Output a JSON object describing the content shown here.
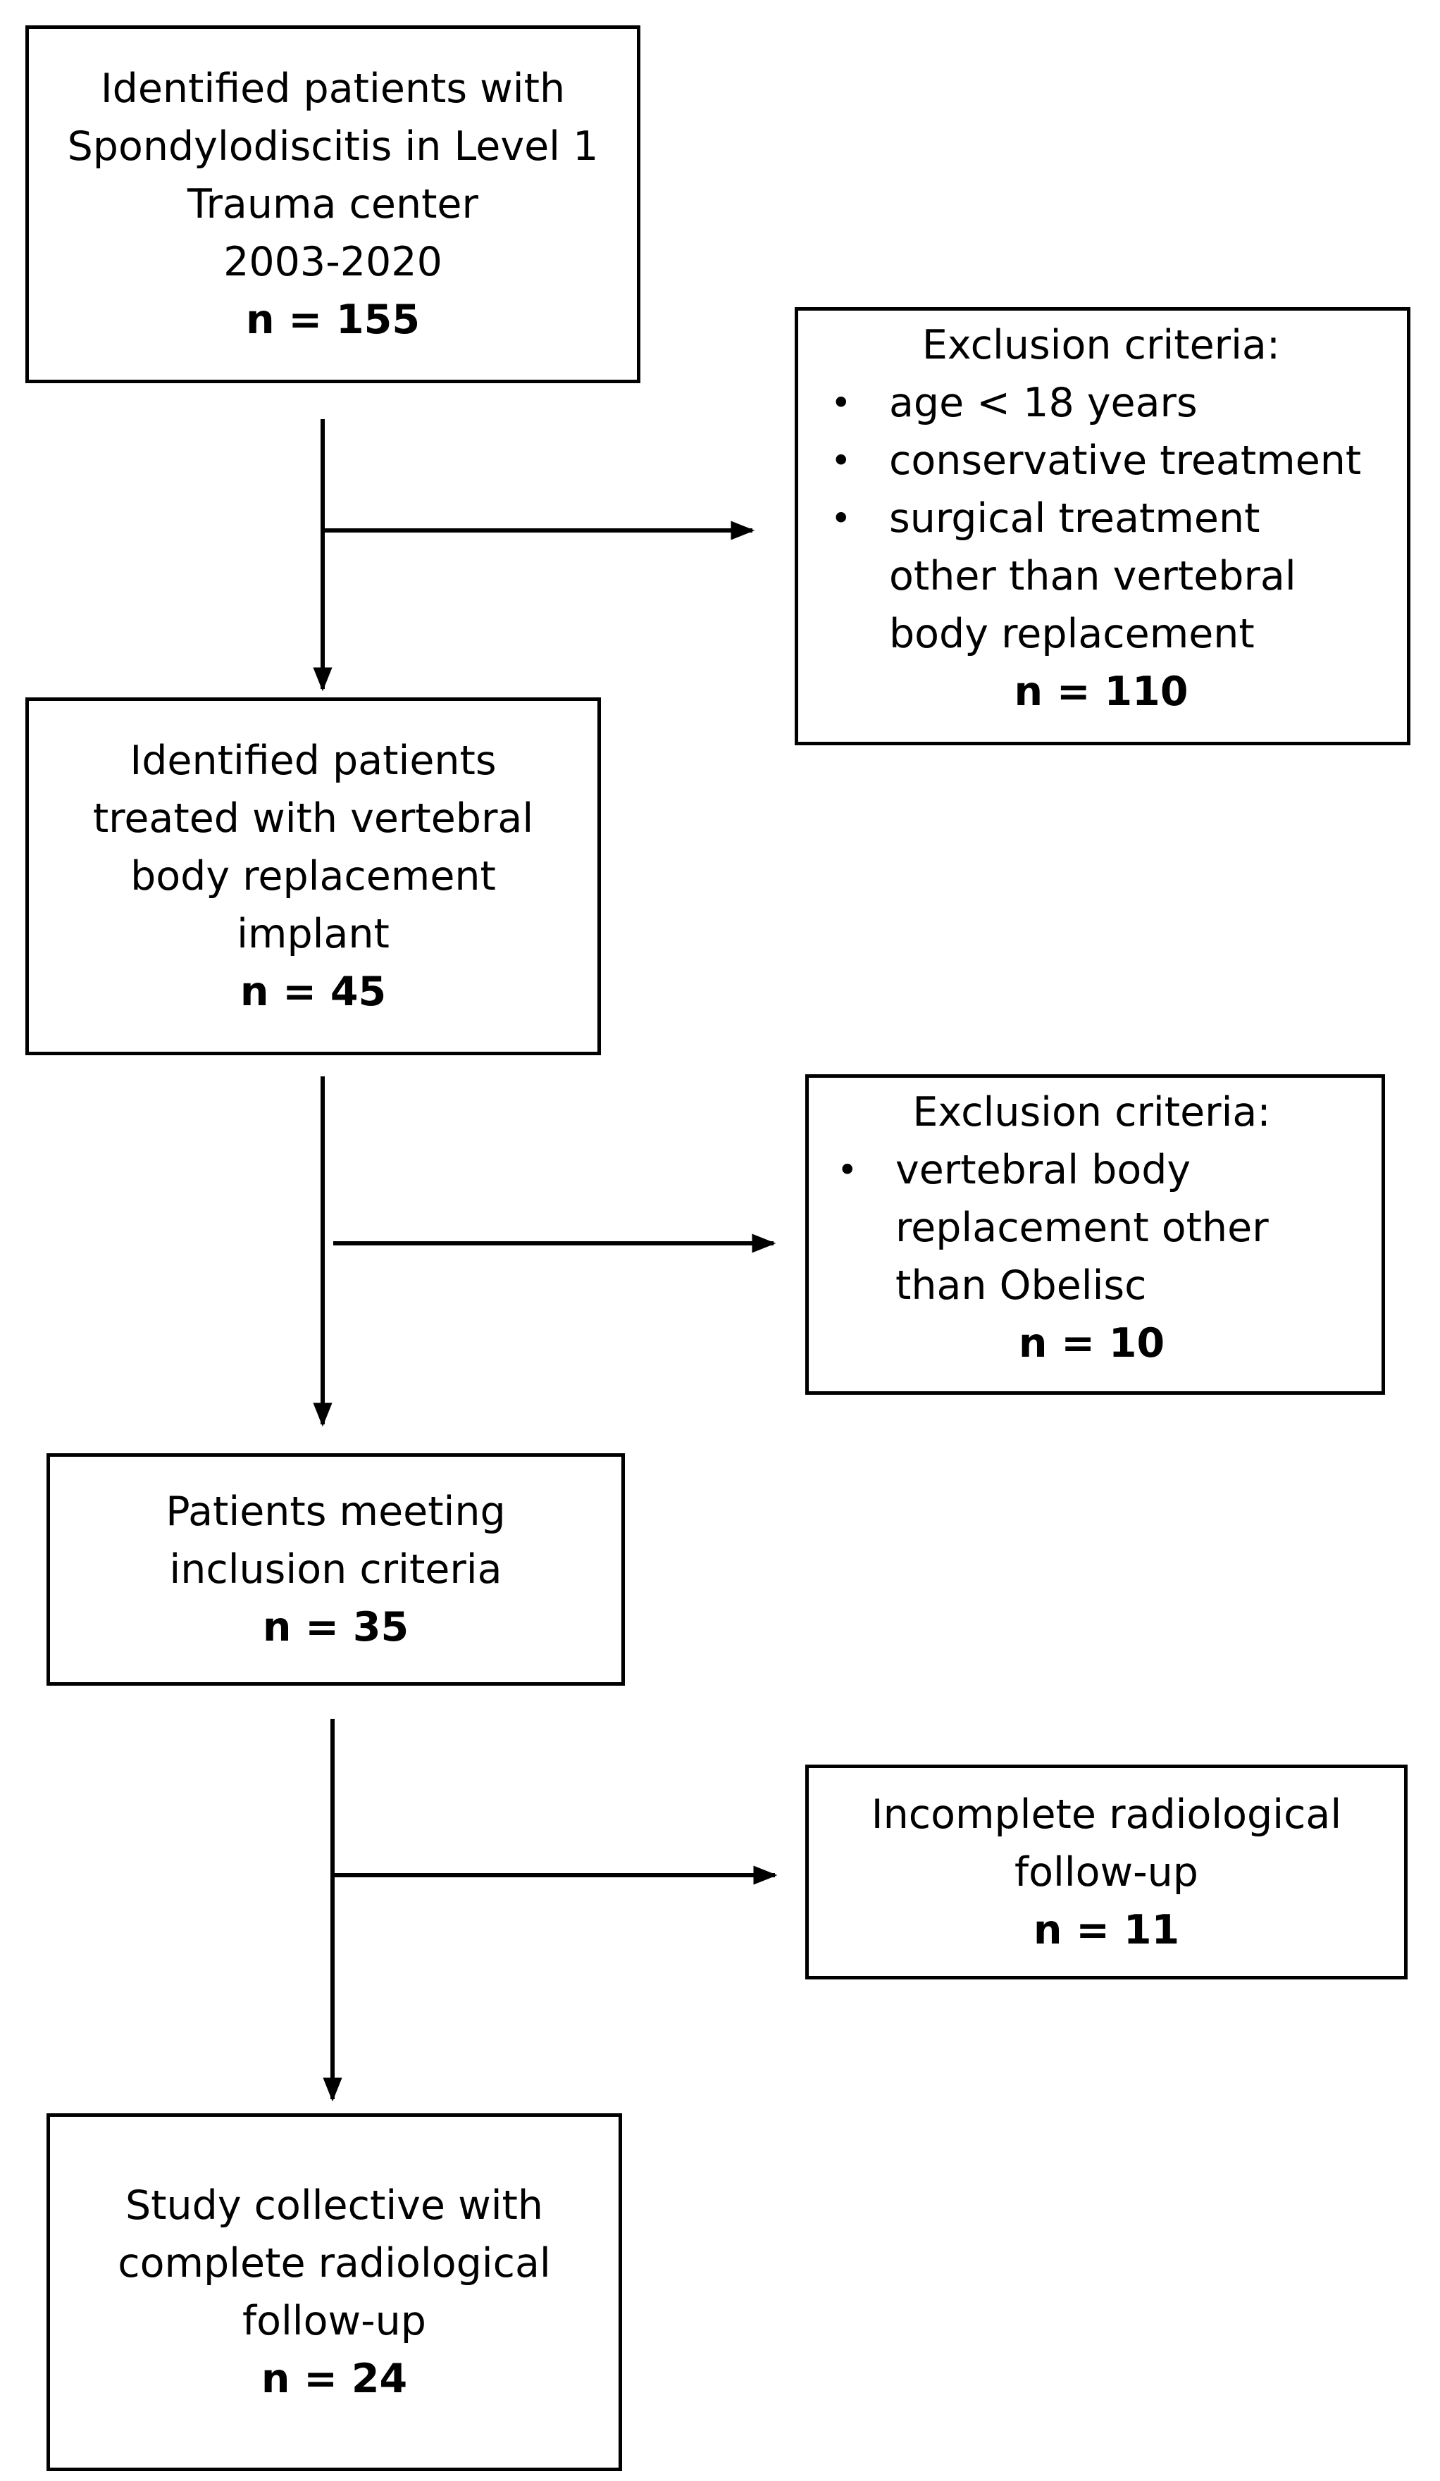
{
  "nodes": {
    "identified": {
      "lines": [
        "Identified patients with",
        "Spondylodiscitis in Level 1",
        "Trauma center",
        "2003-2020"
      ],
      "n": "n = 155"
    },
    "exclusion1": {
      "heading": "Exclusion criteria:",
      "items": [
        "age < 18 years",
        "conservative treatment",
        "surgical treatment",
        "other than vertebral",
        "body replacement"
      ],
      "n": "n = 110"
    },
    "vbr": {
      "lines": [
        "Identified patients",
        "treated with vertebral",
        "body replacement",
        "implant"
      ],
      "n": "n = 45"
    },
    "exclusion2": {
      "heading": "Exclusion criteria:",
      "items": [
        "vertebral body",
        "replacement other",
        "than Obelisc"
      ],
      "n": "n = 10"
    },
    "inclusion": {
      "lines": [
        "Patients meeting",
        "inclusion criteria"
      ],
      "n": "n = 35"
    },
    "incomplete": {
      "lines": [
        "Incomplete radiological",
        "follow-up"
      ],
      "n": "n = 11"
    },
    "study": {
      "lines": [
        "Study collective with",
        "complete radiological",
        "follow-up"
      ],
      "n": "n = 24"
    }
  }
}
